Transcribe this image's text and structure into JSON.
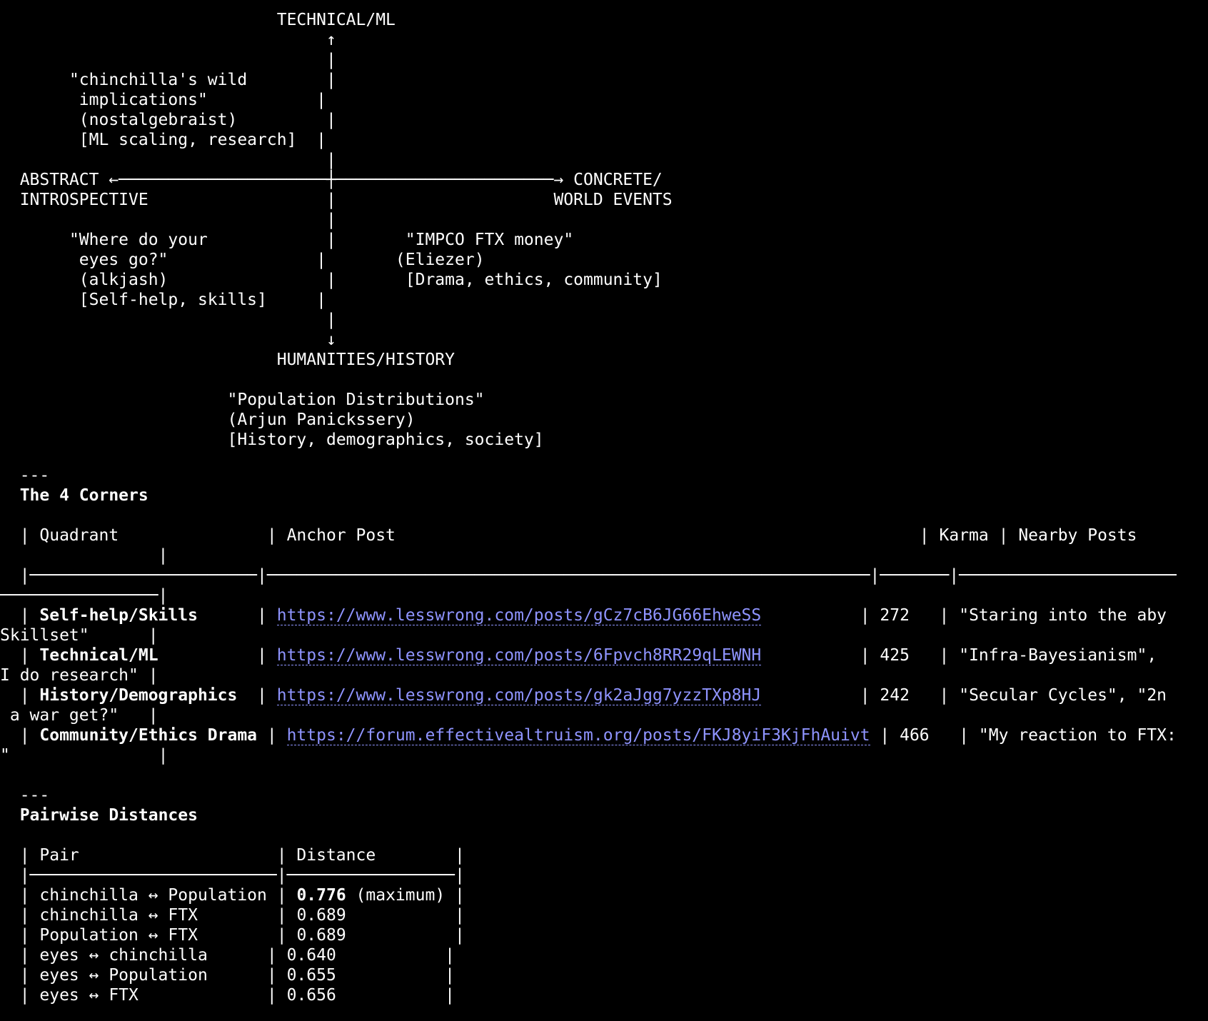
{
  "chart": {
    "axis_top": "TECHNICAL/ML",
    "axis_bottom": "HUMANITIES/HISTORY",
    "axis_left_1": "ABSTRACT",
    "axis_left_2": "INTROSPECTIVE",
    "axis_right_1": "CONCRETE/",
    "axis_right_2": "WORLD EVENTS",
    "tl_1": "\"chinchilla's wild",
    "tl_2": " implications\"",
    "tl_3": " (nostalgebraist)",
    "tl_4": " [ML scaling, research]",
    "bl_1": "\"Where do your",
    "bl_2": " eyes go?\"",
    "bl_3": " (alkjash)",
    "bl_4": " [Self-help, skills]",
    "br_1": "\"IMPCO FTX money\"",
    "br_2": "(Eliezer)",
    "br_3": "[Drama, ethics, community]",
    "bottom_1": "\"Population Distributions\"",
    "bottom_2": "(Arjun Panickssery)",
    "bottom_3": "[History, demographics, society]"
  },
  "corners": {
    "rule": "---",
    "heading": "The 4 Corners",
    "header_quadrant": "Quadrant",
    "header_anchor": "Anchor Post",
    "header_karma": "Karma",
    "header_nearby": "Nearby Posts",
    "rows": [
      {
        "quadrant": "Self-help/Skills",
        "url": "https://www.lesswrong.com/posts/gCz7cB6JG66EhweSS",
        "karma": "272",
        "nearby": "\"Staring into the aby",
        "wrap": "Skillset\""
      },
      {
        "quadrant": "Technical/ML",
        "url": "https://www.lesswrong.com/posts/6Fpvch8RR29qLEWNH",
        "karma": "425",
        "nearby": "\"Infra-Bayesianism\",",
        "wrap": "I do research\""
      },
      {
        "quadrant": "History/Demographics",
        "url": "https://www.lesswrong.com/posts/gk2aJgg7yzzTXp8HJ",
        "karma": "242",
        "nearby": "\"Secular Cycles\", \"2n",
        "wrap": " a war get?\""
      },
      {
        "quadrant": "Community/Ethics Drama",
        "url": "https://forum.effectivealtruism.org/posts/FKJ8yiF3KjFhAuivt",
        "karma": "466",
        "nearby": "\"My reaction to FTX:",
        "wrap": "\""
      }
    ]
  },
  "distances": {
    "rule": "---",
    "heading": "Pairwise Distances",
    "header_pair": "Pair",
    "header_distance": "Distance",
    "rows": [
      {
        "pair": "chinchilla ↔ Population",
        "distance": "0.776",
        "note": "(maximum)"
      },
      {
        "pair": "chinchilla ↔ FTX",
        "distance": "0.689",
        "note": ""
      },
      {
        "pair": "Population ↔ FTX",
        "distance": "0.689",
        "note": ""
      },
      {
        "pair": "eyes ↔ chinchilla",
        "distance": "0.640",
        "note": ""
      },
      {
        "pair": "eyes ↔ Population",
        "distance": "0.655",
        "note": ""
      },
      {
        "pair": "eyes ↔ FTX",
        "distance": "0.656",
        "note": ""
      }
    ]
  }
}
